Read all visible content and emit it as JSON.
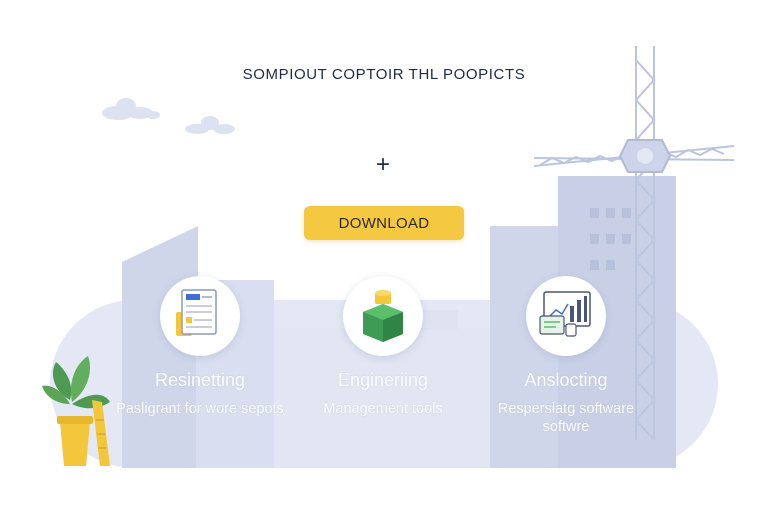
{
  "header": {
    "title": "SOMPIOUT COPTOIR THL POOPICTS"
  },
  "actions": {
    "add_symbol": "+",
    "download_label": "DOWNLOAD"
  },
  "cards": [
    {
      "title": "Resinetting",
      "subtitle": "Pasligrant for wore sepots",
      "icon": "document-icon"
    },
    {
      "title": "Engineriing",
      "subtitle": "Management tools",
      "icon": "block-icon"
    },
    {
      "title": "Anslocting",
      "subtitle": "Resperslatg software softwre",
      "icon": "chart-icon"
    }
  ],
  "colors": {
    "accent": "#f5c842",
    "skyline": "#d9def0",
    "skyline_dark": "#c9d0e6",
    "text_dark": "#1f2a44"
  }
}
